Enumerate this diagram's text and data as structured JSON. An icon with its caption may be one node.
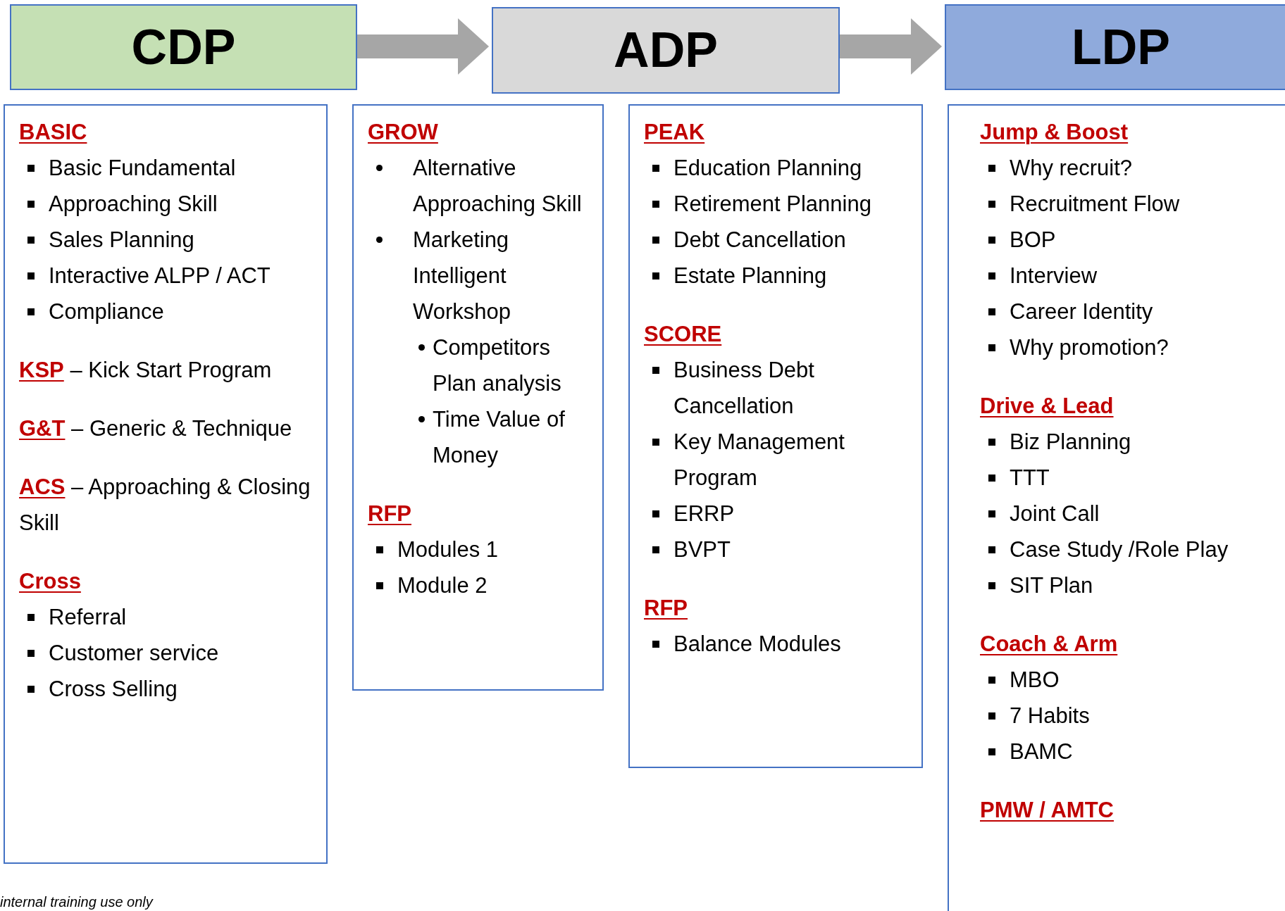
{
  "diagram": {
    "nodes": [
      {
        "text": [
          "CDP"
        ]
      },
      {
        "text": [
          "ADP"
        ]
      },
      {
        "text": [
          "LDP"
        ]
      },
      {
        "text": [
          "BASIC",
          "Basic Fundamental",
          "Approaching Skill",
          "Sales Planning",
          "Interactive ALPP / ACT",
          "Compliance",
          "KSP",
          "– Kick Start Program",
          "G&T",
          "– Generic & Technique",
          "ACS",
          "– Approaching & Closing Skill",
          "Cross",
          "Referral",
          "Customer service",
          "Cross Selling"
        ]
      },
      {
        "text": [
          "GROW",
          "Alternative Approaching Skill",
          "Marketing Intelligent Workshop",
          "Competitors Plan analysis",
          "Time Value of Money",
          "RFP",
          "Modules 1",
          "Module 2"
        ]
      },
      {
        "text": [
          "PEAK",
          "Education Planning",
          "Retirement Planning",
          "Debt Cancellation",
          "Estate Planning",
          "SCORE",
          "Business Debt Cancellation",
          "Key Management Program",
          "ERRP",
          "BVPT",
          "RFP",
          "Balance Modules"
        ]
      },
      {
        "text": [
          "Jump & Boost",
          "Why recruit?",
          "Recruitment Flow",
          "BOP",
          "Interview",
          "Career Identity",
          "Why promotion?",
          "Drive & Lead",
          "Biz Planning",
          "TTT",
          "Joint Call",
          "Case Study /Role Play",
          "SIT Plan",
          "Coach & Arm",
          "MBO",
          "7 Habits",
          "BAMC",
          "PMW / AMTC"
        ]
      }
    ],
    "edges": [
      {
        "from": 0,
        "to": 1,
        "arrow": "to"
      },
      {
        "from": 1,
        "to": 2,
        "arrow": "to"
      }
    ],
    "labels": [
      "internal training use only"
    ]
  }
}
